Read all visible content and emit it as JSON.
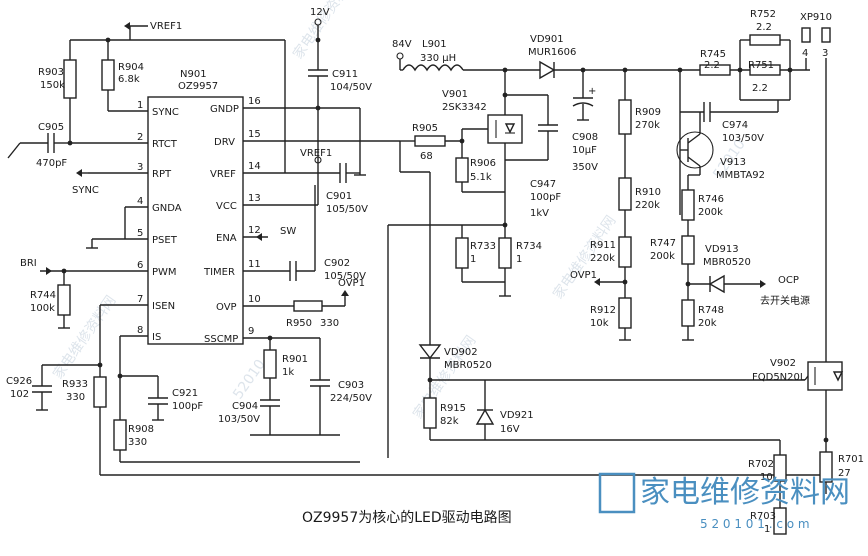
{
  "ic": {
    "ref": "N901",
    "part": "OZ9957",
    "pins": [
      {
        "num": "1",
        "name": "SYNC"
      },
      {
        "num": "2",
        "name": "RTCT"
      },
      {
        "num": "3",
        "name": "RPT"
      },
      {
        "num": "4",
        "name": "GNDA"
      },
      {
        "num": "5",
        "name": "PSET"
      },
      {
        "num": "6",
        "name": "PWM"
      },
      {
        "num": "7",
        "name": "ISEN"
      },
      {
        "num": "8",
        "name": "IS"
      },
      {
        "num": "16",
        "name": "GNDP"
      },
      {
        "num": "15",
        "name": "DRV"
      },
      {
        "num": "14",
        "name": "VREF"
      },
      {
        "num": "13",
        "name": "VCC"
      },
      {
        "num": "12",
        "name": "ENA"
      },
      {
        "num": "11",
        "name": "TIMER"
      },
      {
        "num": "10",
        "name": "OVP"
      },
      {
        "num": "9",
        "name": "SSCMP"
      }
    ]
  },
  "nets": {
    "vref1_top": "VREF1",
    "vref1_mid": "VREF1",
    "v12": "12V",
    "v84": "84V",
    "sync": "SYNC",
    "bri": "BRI",
    "sw": "SW",
    "ovp1_in": "OVP1",
    "ovp1_out": "OVP1",
    "ocp": "OCP",
    "ocp_note": "去开关电源",
    "xp910": "XP910"
  },
  "components": {
    "R903": {
      "ref": "R903",
      "val": "150k"
    },
    "R904": {
      "ref": "R904",
      "val": "6.8k"
    },
    "C905": {
      "ref": "C905",
      "val": "470pF"
    },
    "C911": {
      "ref": "C911",
      "val": "104/50V"
    },
    "C901": {
      "ref": "C901",
      "val": "105/50V"
    },
    "C902": {
      "ref": "C902",
      "val": "105/50V"
    },
    "R744": {
      "ref": "R744",
      "val": "100k"
    },
    "R950": {
      "ref": "R950",
      "val": "330"
    },
    "R901": {
      "ref": "R901",
      "val": "1k"
    },
    "C903": {
      "ref": "C903",
      "val": "224/50V"
    },
    "C904": {
      "ref": "C904",
      "val": "103/50V"
    },
    "C926": {
      "ref": "C926",
      "val": "102"
    },
    "R933": {
      "ref": "R933",
      "val": "330"
    },
    "C921": {
      "ref": "C921",
      "val": "100pF"
    },
    "R908": {
      "ref": "R908",
      "val": "330"
    },
    "L901": {
      "ref": "L901",
      "val": "330 μH"
    },
    "V901": {
      "ref": "V901",
      "val": "2SK3342"
    },
    "R905": {
      "ref": "R905",
      "val": "68"
    },
    "R906": {
      "ref": "R906",
      "val": "5.1k"
    },
    "C947": {
      "ref": "C947",
      "val": "100pF",
      "val2": "1kV"
    },
    "R733": {
      "ref": "R733",
      "val": "1"
    },
    "R734": {
      "ref": "R734",
      "val": "1"
    },
    "VD901": {
      "ref": "VD901",
      "val": "MUR1606"
    },
    "C908": {
      "ref": "C908",
      "val": "10μF",
      "val2": "350V"
    },
    "R909": {
      "ref": "R909",
      "val": "270k"
    },
    "R910": {
      "ref": "R910",
      "val": "220k"
    },
    "R911": {
      "ref": "R911",
      "val": "220k"
    },
    "R912": {
      "ref": "R912",
      "val": "10k"
    },
    "R752": {
      "ref": "R752",
      "val": "2.2"
    },
    "R745": {
      "ref": "R745",
      "val": "2.2"
    },
    "R751": {
      "ref": "R751",
      "val": "2.2"
    },
    "C974": {
      "ref": "C974",
      "val": "103/50V"
    },
    "V913": {
      "ref": "V913",
      "val": "MMBTA92"
    },
    "R746": {
      "ref": "R746",
      "val": "200k"
    },
    "R747": {
      "ref": "R747",
      "val": "200k"
    },
    "VD913": {
      "ref": "VD913",
      "val": "MBR0520"
    },
    "R748": {
      "ref": "R748",
      "val": "20k"
    },
    "VD902": {
      "ref": "VD902",
      "val": "MBR0520"
    },
    "R915": {
      "ref": "R915",
      "val": "82k"
    },
    "VD921": {
      "ref": "VD921",
      "val": "16V"
    },
    "V902": {
      "ref": "V902",
      "val": "FQD5N20L"
    },
    "R702": {
      "ref": "R702",
      "val": "10"
    },
    "R701": {
      "ref": "R701",
      "val": "27"
    },
    "R703": {
      "ref": "R703",
      "val": "1"
    }
  },
  "connector_pins": {
    "p3": "3",
    "p4": "4"
  },
  "caption": "OZ9957为核心的LED驱动电路图",
  "watermark": {
    "text": "家电维修资料网",
    "url_fragment": "52010",
    "logo": "家电维修资料网",
    "logo_url": "5 2 0 1 0 1 . c o m"
  }
}
